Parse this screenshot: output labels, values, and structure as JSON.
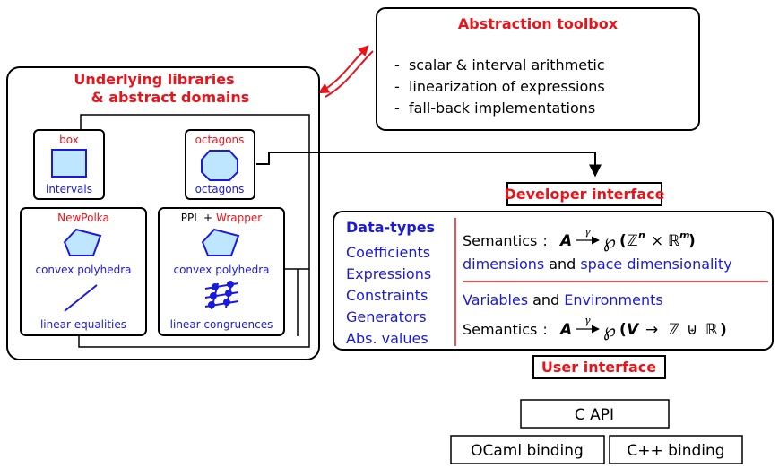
{
  "colors": {
    "red": "#e8141b",
    "blue": "#1a1adc",
    "black": "#000000",
    "box_fill": "#bfe6ff"
  },
  "toolbox": {
    "title": "Abstraction toolbox",
    "items": [
      "-  scalar & interval arithmetic",
      "-  linearization of expressions",
      "-  fall-back implementations"
    ]
  },
  "libraries": {
    "title_line1": "Underlying libraries",
    "title_line2": "& abstract domains",
    "box": {
      "label": "box",
      "caption": "intervals",
      "icon": "rectangle-icon"
    },
    "octagons": {
      "label": "octagons",
      "caption": "octagons",
      "icon": "octagon-icon"
    },
    "newpolka": {
      "label": "NewPolka",
      "caption1": "convex polyhedra",
      "caption2": "linear equalities",
      "icons": [
        "polyhedron-icon",
        "line-segment-icon"
      ]
    },
    "ppl": {
      "label_black": "PPL",
      "label_plus": "+",
      "label_red": "Wrapper",
      "caption1": "convex polyhedra",
      "caption2": "linear congruences",
      "icons": [
        "polyhedron-icon",
        "lattice-icon"
      ]
    }
  },
  "developer_interface": {
    "label": "Developer interface"
  },
  "datatypes": {
    "title": "Data-types",
    "items": [
      "Coefficients",
      "Expressions",
      "Constraints",
      "Generators",
      "Abs. values"
    ]
  },
  "semantics": {
    "label": "Semantics",
    "colon": ":",
    "gamma": "γ",
    "upper": {
      "domain": "A",
      "powerset": "℘",
      "open": "(",
      "zn": "ℤ",
      "n": "n",
      "times": "×",
      "rm": "ℝ",
      "m": "m",
      "close": ")"
    },
    "upper_note": {
      "a": "dimensions",
      "b": "and",
      "c": "space dimensionality"
    },
    "lower_note": {
      "a": "Variables",
      "b": "and",
      "c": "Environments"
    },
    "lower": {
      "domain": "A",
      "powerset": "℘",
      "open": "(",
      "v": "V",
      "to": "→",
      "z": "ℤ",
      "uplus": "⊎",
      "r": "ℝ",
      "close": ")"
    }
  },
  "user_interface": {
    "label": "User interface"
  },
  "c_api": {
    "label": "C API"
  },
  "ocaml_binding": {
    "label": "OCaml binding"
  },
  "cpp_binding": {
    "label": "C++ binding"
  }
}
